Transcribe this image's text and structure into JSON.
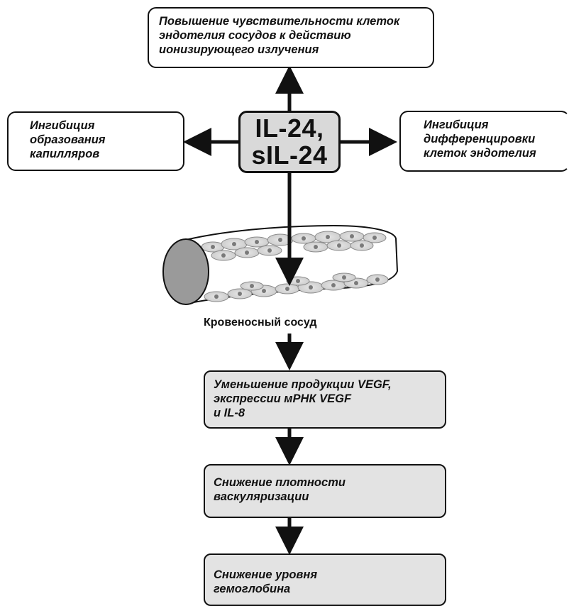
{
  "center": {
    "label": "IL-24,\nsIL-24"
  },
  "effects": {
    "top": "Повышение чувствительности клеток\nэндотелия сосудов к действию\nионизирующего излучения",
    "left": "Ингибиция\nобразования\nкапилляров",
    "right": "Ингибиция\nдифференцировки\nклеток эндотелия"
  },
  "vessel": {
    "label": "Кровеносный сосуд"
  },
  "steps": [
    "Уменьшение продукции VEGF,\nэкспрессии мРНК VEGF\nи IL-8",
    "Снижение плотности\nваскуляризации",
    "Снижение уровня\nгемоглобина"
  ]
}
